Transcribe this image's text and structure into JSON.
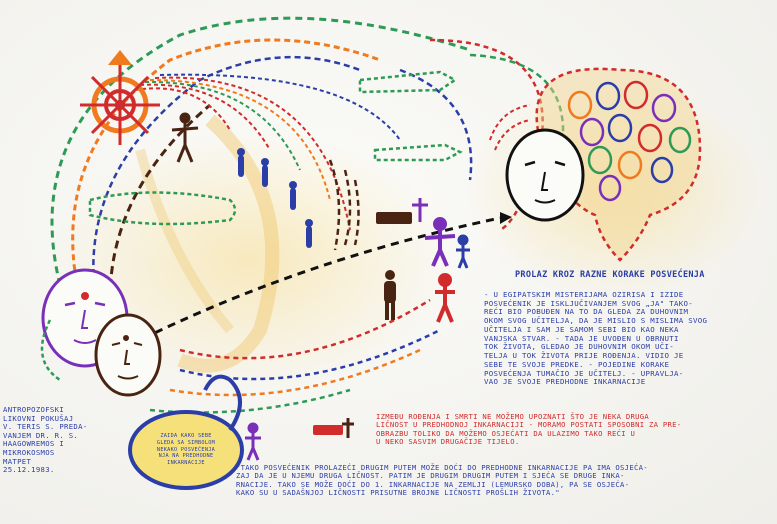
{
  "heading": "PROLAZ KROZ RAZNE KORAKE POSVEĆENJA",
  "paragraph_blue": [
    "- U EGIPATSKIM MISTERIJAMA OZIRISA I IZIDE",
    "POSVEĆENIK JE ISKLJUČIVANJEM SVOG „JA\" TAKO-",
    "REĆI BIO POBUĐEN NA TO DA GLEDA ZA DUHOVNIM",
    "OKOM SVOG UČITELJA, DA JE MISLIO S MISLIMA SVOG",
    "UČITELJA I SAM JE SAMOM SEBI BIO KAO NEKA",
    "VANJSKA STVAR. - TADA JE UVOĐEN U OBRNUTI",
    "TOK ŽIVOTA, GLEDAO JE DUHOVNIM OKOM UČI-",
    "TELJA U TOK ŽIVOTA PRIJE ROĐENJA. VIDIO JE",
    "SEBE TE SVOJE PREDKE. - POJEDINE KORAKE",
    "POSVEĆENJA TUMAČIO JE UČITELJ. - UPRAVLJA-",
    "VAO JE SVOJE PREDHODNE INKARNACIJE"
  ],
  "paragraph_red": [
    "IZMEĐU ROĐENJA I SMRTI NE MOŽEMO UPOZNATI ŠTO JE NEKA DRUGA",
    "LIČNOST U PREDHODNOJ INKARNACIJI - MORAMO POSTATI SPOSOBNI ZA PRE-",
    "OBRAZBU TOLIKO DA MOŽEMO OSJEĆATI DA ULAZIMO TAKO REĆI U",
    "U NEKO SASVIM DRUGAČIJE TIJELO."
  ],
  "paragraph_bottom": [
    "\"TAKO POSVEĆENIK PROLAZEĆI DRUGIM PUTEM MOŽE DOĆI DO PREDHODNE INKARNACIJE PA IMA OSJEĆA-",
    "ZAJ DA JE U NJEMU DRUGA LIČNOST. PATIM JE DRUGIM DRUGIM PUTEM I SJEĆA SE DRUGE INKA-",
    "RNACIJE. TAKO SE MOŽE DOĆI DO 1. INKARNACIJE NA ZEMLJI (LEMURSKO DOBA), PA SE OSJEĆA-",
    "KAKO SU U SADAŠNJOJ LIČNOSTI PRISUTNE BROJNE LIČNOSTI PROŠLIH ŽIVOTA.\""
  ],
  "signature": [
    "ANTROPOZOFSKI",
    "LIKOVNI POKUŠAJ",
    "V. TERIS S. PREDA-",
    "VANJEM DR. R. S.",
    "HAAGOWREMOS I",
    "MIKROKOSMOS",
    "MATPET",
    "25.12.1983."
  ],
  "bubble_text": [
    "ZAIDA KAKO SEBE",
    "GLEDA SA SIMBOLOM",
    "NEKAKO POSVEĆENJA",
    "NJA NA PREDHODNE",
    "INKARNACIJE"
  ],
  "colors": {
    "paper": "#f4f3ee",
    "blue_ink": "#2b3ea8",
    "red_ink": "#d12b2b",
    "green_ink": "#2e9a55",
    "orange_ink": "#f07a1e",
    "brown_ink": "#4a2412",
    "purple_ink": "#7a2fb8",
    "yellow_wash": "#f2cf73"
  },
  "icons": [
    "sun-symbol-icon",
    "cross-icon",
    "coffin-icon",
    "human-figure-icon",
    "face-icon"
  ]
}
